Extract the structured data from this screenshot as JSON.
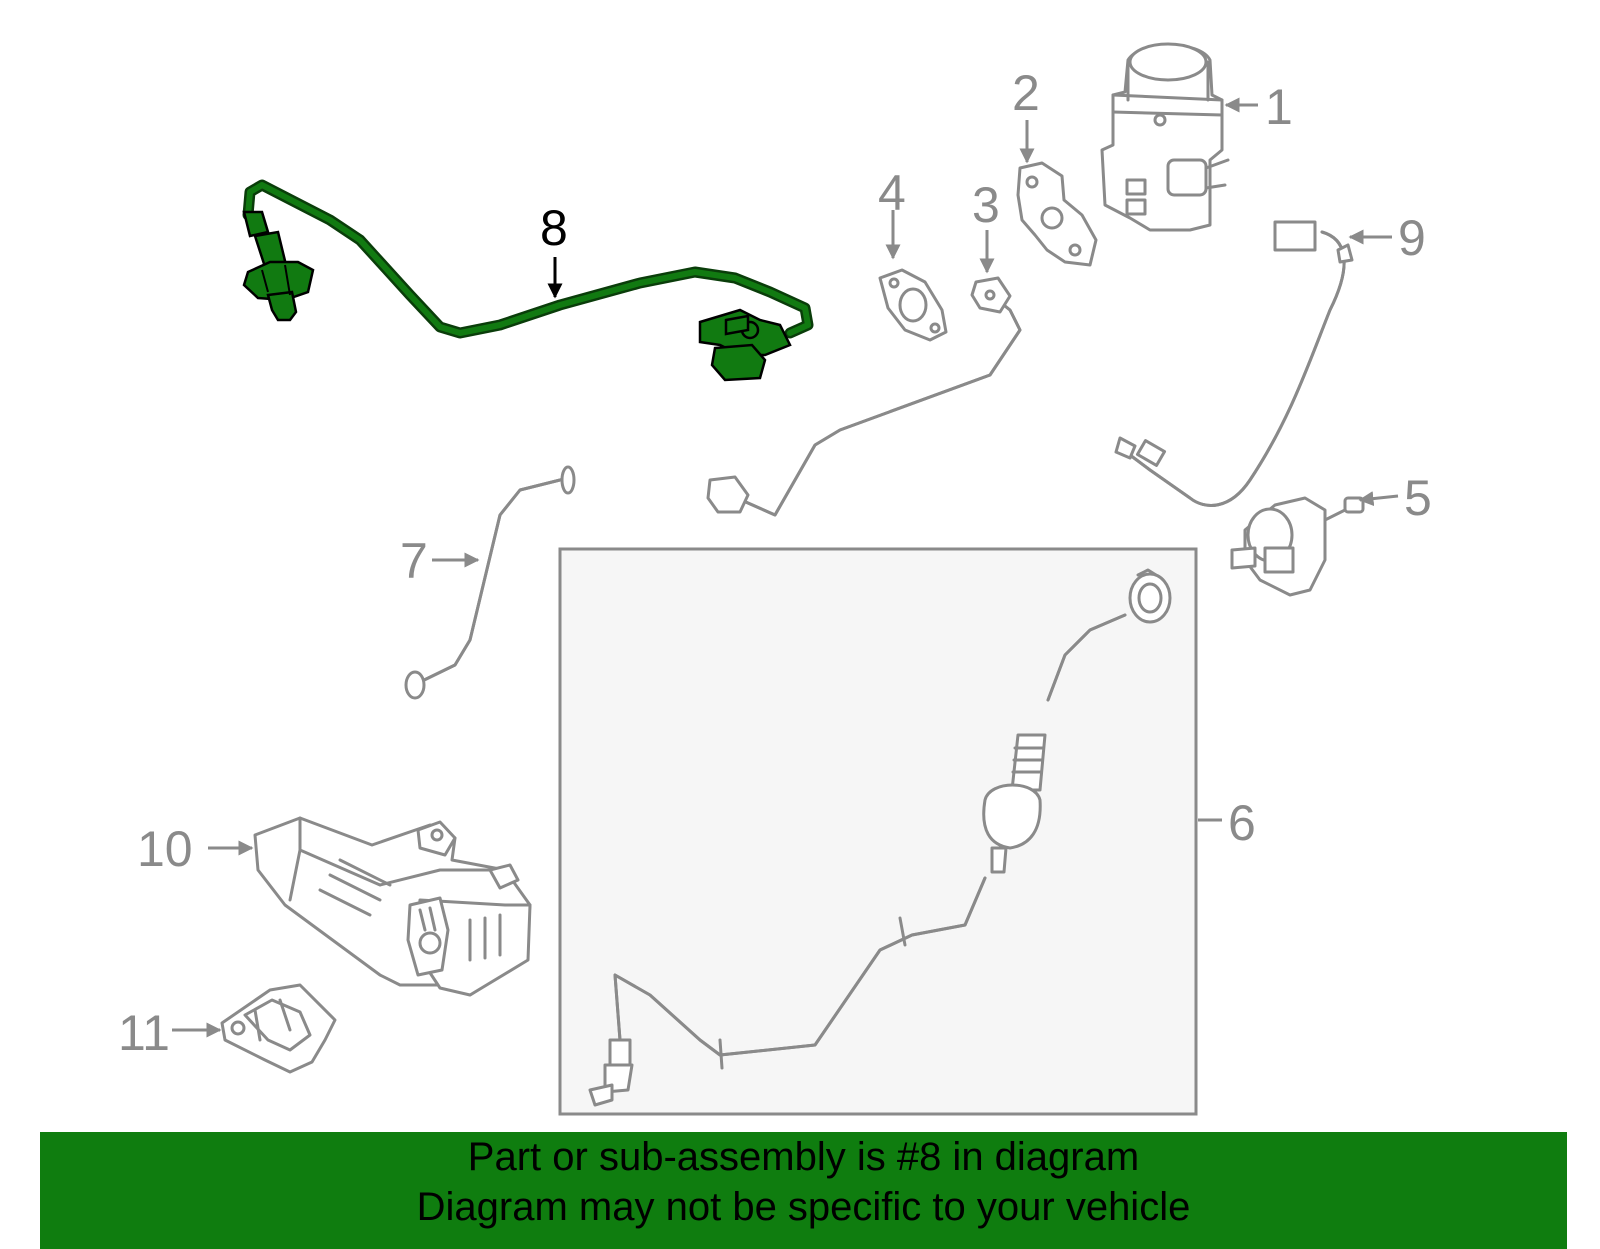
{
  "highlight_color": "#117a11",
  "callouts": {
    "c1": "1",
    "c2": "2",
    "c3": "3",
    "c4": "4",
    "c5": "5",
    "c6": "6",
    "c7": "7",
    "c8": "8",
    "c9": "9",
    "c10": "10",
    "c11": "11"
  },
  "banner": {
    "line1": "Part or sub-assembly is #8 in diagram",
    "line2": "Diagram may not be specific to your vehicle"
  }
}
